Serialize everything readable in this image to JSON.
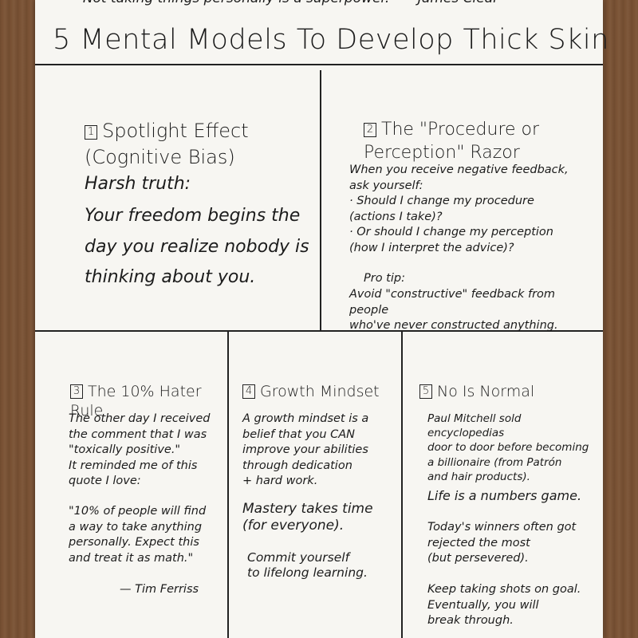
{
  "header": {
    "quote": "\"Not taking things personally is a superpower.\"   — James Clear",
    "title": "5 Mental Models To Develop Thick Skin"
  },
  "models": [
    {
      "number": "1",
      "title": "Spotlight Effect\n(Cognitive Bias)",
      "subtitle": "Harsh truth:",
      "body": "Your freedom begins the\nday you realize nobody is\nthinking about you."
    },
    {
      "number": "2",
      "title": "The \"Procedure or\nPerception\" Razor",
      "body": "When you receive negative feedback,\nask yourself:\n   · Should I change my procedure\n(actions I take)?\n   · Or should I change my perception\n(how I interpret the advice)?",
      "tip_label": "Pro tip:",
      "tip": "Avoid \"constructive\" feedback from people\nwho've never constructed anything."
    },
    {
      "number": "3",
      "title": "The 10% Hater\nRule",
      "body": "The other day I received\nthe comment that I was\n\"toxically positive.\"\n It reminded me of this\nquote I love:",
      "quote": "\"10% of people will find\na way to take anything\npersonally. Expect this\nand treat it as math.\"",
      "author": "— Tim Ferriss"
    },
    {
      "number": "4",
      "title": "Growth Mindset",
      "body": "A growth mindset is a\nbelief that you CAN\nimprove your abilities\nthrough dedication\n+ hard work.",
      "mid": "Mastery takes time\n(for everyone).",
      "end": "Commit yourself\nto lifelong learning."
    },
    {
      "number": "5",
      "title": "No Is Normal",
      "body": "Paul Mitchell sold encyclopedias\ndoor to door before becoming\na billionaire (from Patrón\nand hair products).",
      "mid": "Life is a numbers game.",
      "mid2": "Today's winners often got\nrejected the most\n(but persevered).",
      "end": "Keep taking shots on goal.\nEventually, you will\nbreak through."
    }
  ]
}
